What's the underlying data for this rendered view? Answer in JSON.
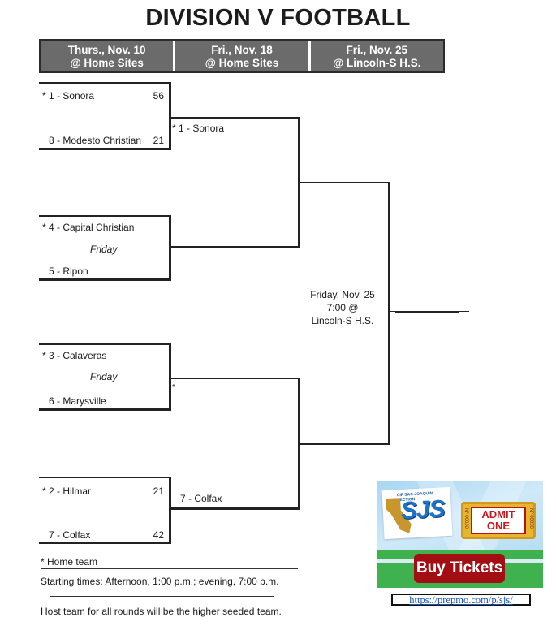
{
  "title": "DIVISION V FOOTBALL",
  "rounds": [
    {
      "line1": "Thurs., Nov. 10",
      "line2": "@ Home Sites"
    },
    {
      "line1": "Fri., Nov. 18",
      "line2": "@ Home Sites"
    },
    {
      "line1": "Fri., Nov. 25",
      "line2": "@ Lincoln-S H.S."
    }
  ],
  "round1": [
    {
      "top": {
        "label": "* 1 - Sonora",
        "score": "56"
      },
      "bottom": {
        "label": "8 - Modesto Christian",
        "score": "21"
      },
      "note": ""
    },
    {
      "top": {
        "label": "* 4 - Capital Christian",
        "score": ""
      },
      "bottom": {
        "label": "5 - Ripon",
        "score": ""
      },
      "note": "Friday"
    },
    {
      "top": {
        "label": "* 3 - Calaveras",
        "score": ""
      },
      "bottom": {
        "label": "6 - Marysville",
        "score": ""
      },
      "note": "Friday"
    },
    {
      "top": {
        "label": "* 2 - Hilmar",
        "score": "21"
      },
      "bottom": {
        "label": "7 - Colfax",
        "score": "42"
      },
      "note": ""
    }
  ],
  "round2": [
    {
      "top": "* 1 - Sonora",
      "bottom": ""
    },
    {
      "top": "*",
      "bottom": "7 - Colfax"
    }
  ],
  "final": {
    "line1": "Friday, Nov. 25",
    "line2": "7:00 @",
    "line3": "Lincoln-S H.S."
  },
  "footer": {
    "home_team": "* Home team",
    "starting_times": "Starting times: Afternoon, 1:00 p.m.; evening, 7:00 p.m.",
    "host_team": "Host team for all rounds will be the higher seeded team."
  },
  "ad": {
    "logo_top": "CIF SAC-JOAQUIN SECTION",
    "logo_text": "SJS",
    "ticket_line1": "ADMIT",
    "ticket_line2": "ONE",
    "ticket_number": "Nº 00030",
    "button_label": "Buy Tickets",
    "link_text": "https://prepmo.com/p/sjs/"
  }
}
